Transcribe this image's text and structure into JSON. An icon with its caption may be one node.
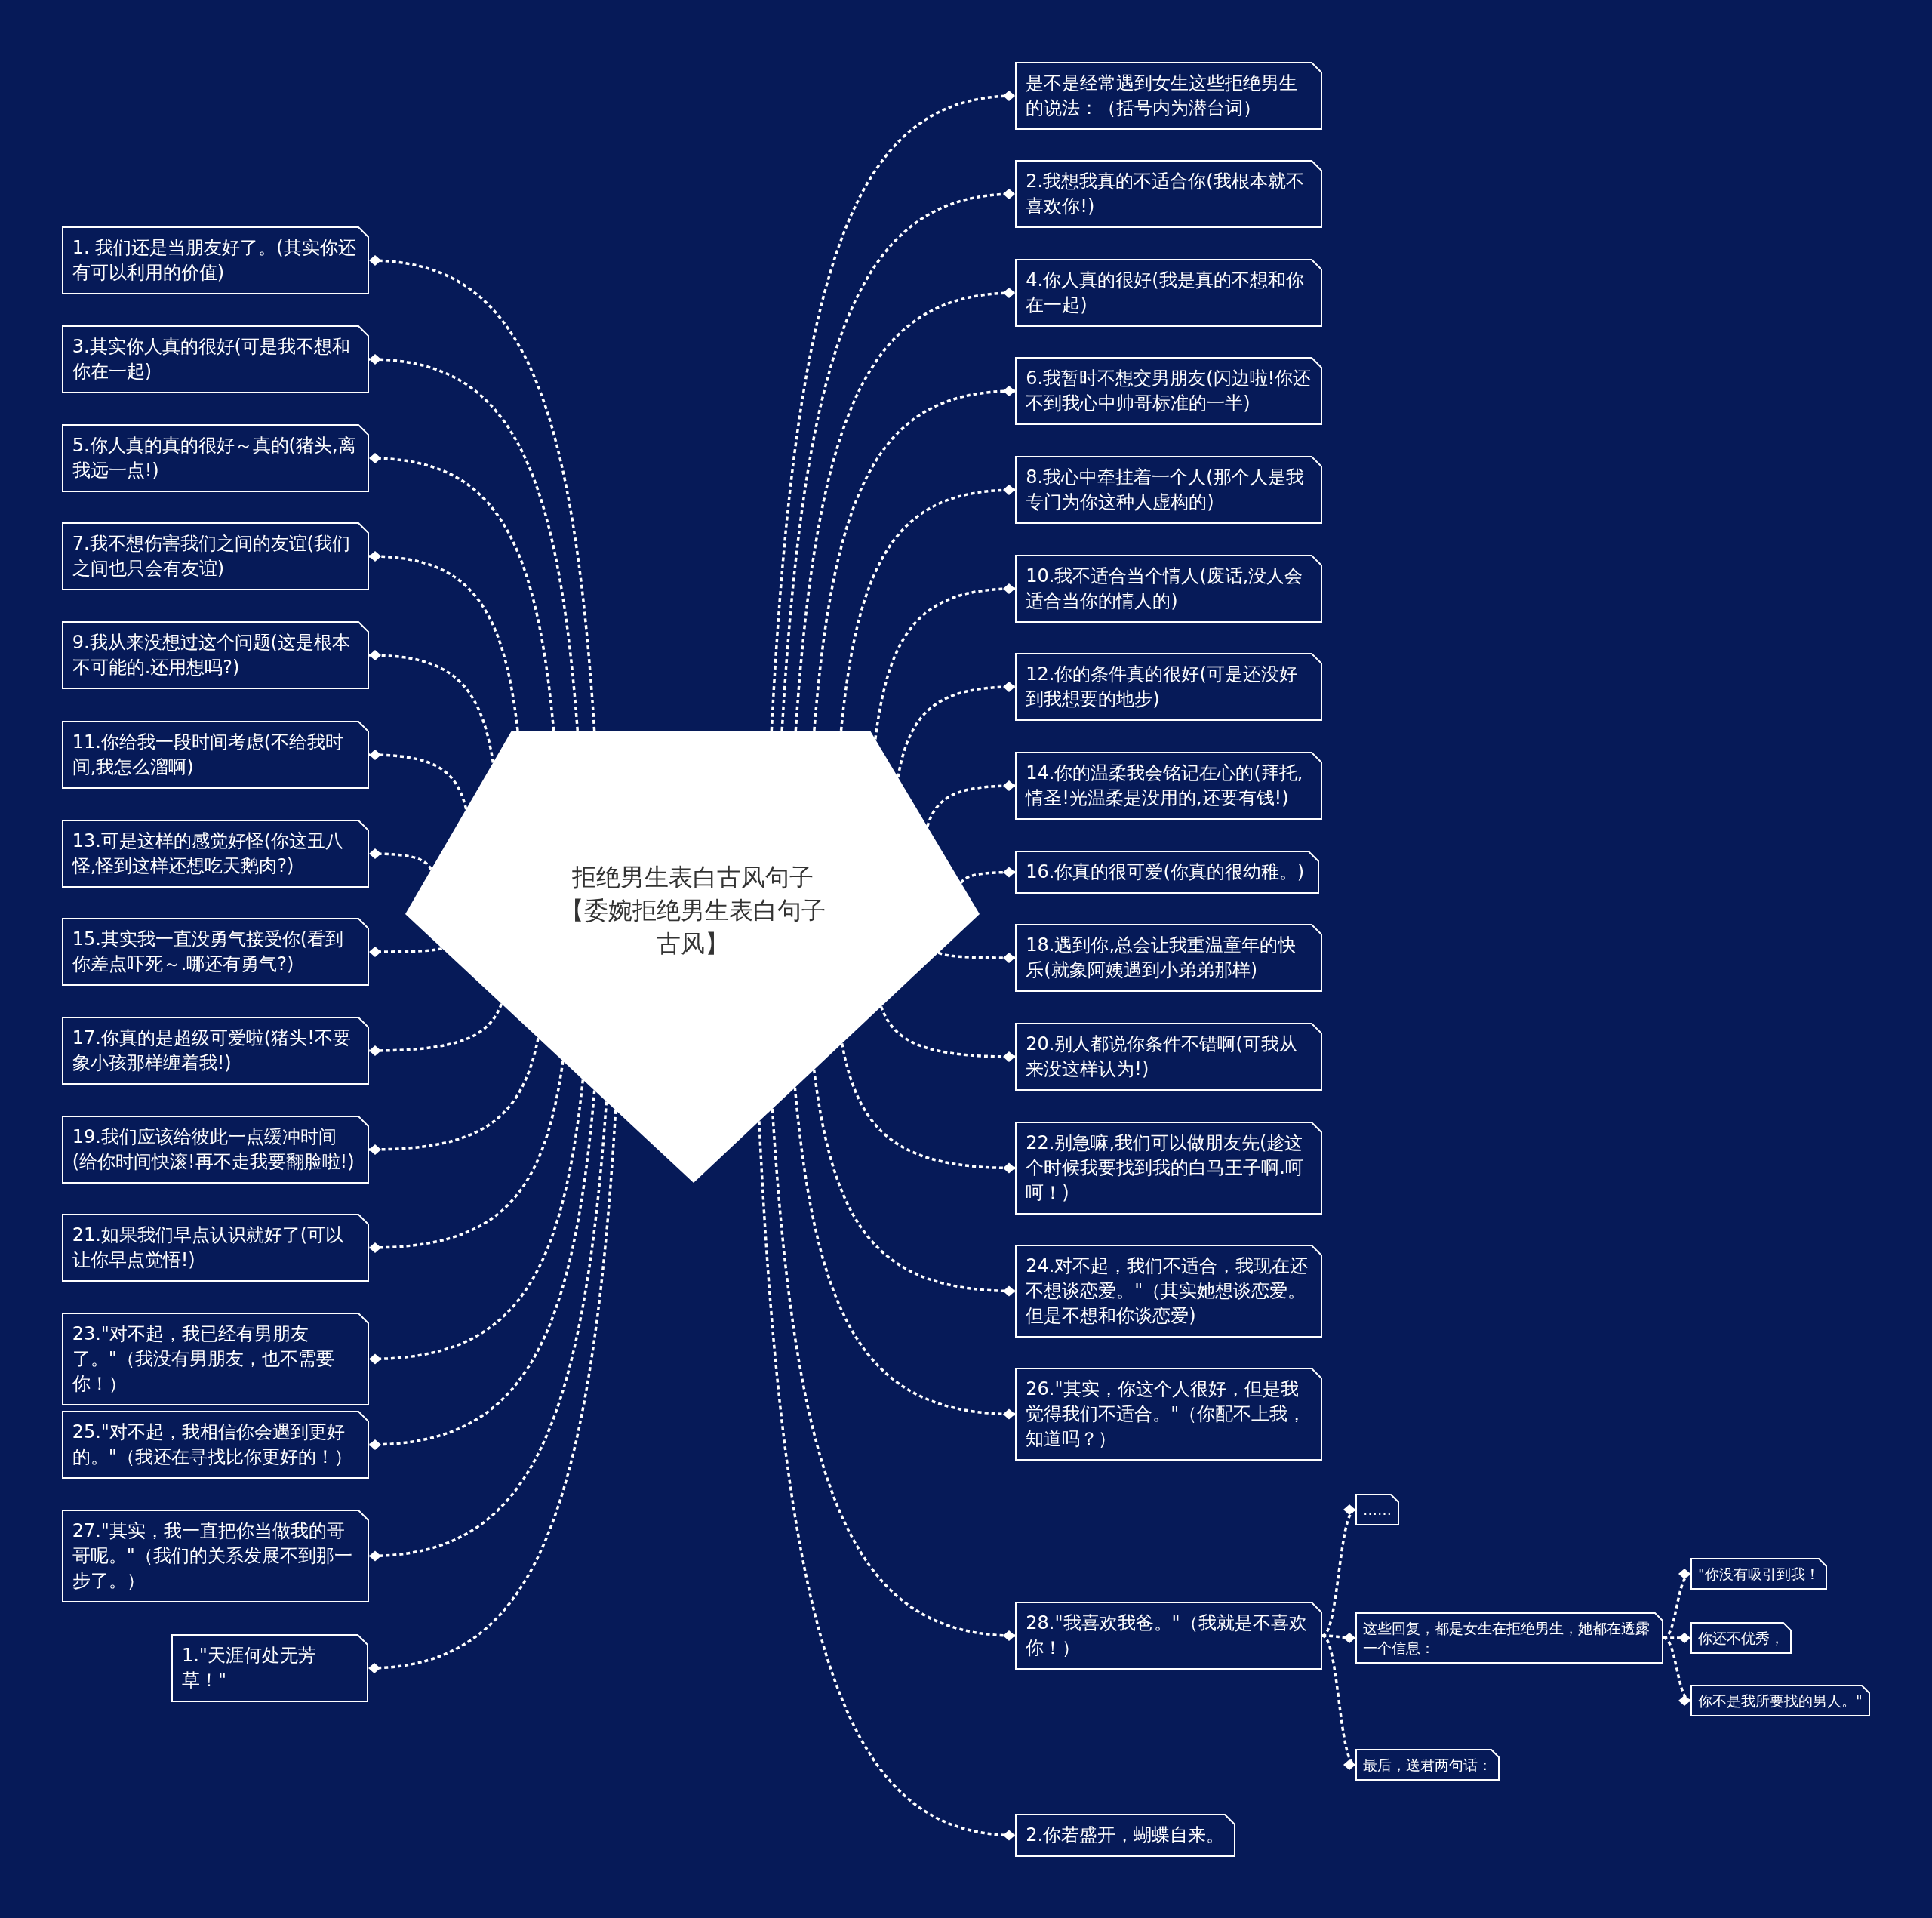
{
  "diagram": {
    "nodes": [
      {
        "text": [
          "拒绝男生表白古风句子【委婉拒绝男生表白句子古风】"
        ]
      },
      {
        "text": [
          "1. 我们还是当朋友好了。(其实你还有可以利用的价值)"
        ]
      },
      {
        "text": [
          "3.其实你人真的很好(可是我不想和你在一起)"
        ]
      },
      {
        "text": [
          "5.你人真的真的很好～真的(猪头,离我远一点!)"
        ]
      },
      {
        "text": [
          "7.我不想伤害我们之间的友谊(我们之间也只会有友谊)"
        ]
      },
      {
        "text": [
          "9.我从来没想过这个问题(这是根本不可能的.还用想吗?)"
        ]
      },
      {
        "text": [
          "11.你给我一段时间考虑(不给我时间,我怎么溜啊)"
        ]
      },
      {
        "text": [
          "13.可是这样的感觉好怪(你这丑八怪,怪到这样还想吃天鹅肉?)"
        ]
      },
      {
        "text": [
          "15.其实我一直没勇气接受你(看到你差点吓死～.哪还有勇气?)"
        ]
      },
      {
        "text": [
          "17.你真的是超级可爱啦(猪头!不要象小孩那样缠着我!)"
        ]
      },
      {
        "text": [
          "19.我们应该给彼此一点缓冲时间(给你时间快滚!再不走我要翻脸啦!)"
        ]
      },
      {
        "text": [
          "21.如果我们早点认识就好了(可以让你早点觉悟!)"
        ]
      },
      {
        "text": [
          "23.\"对不起，我已经有男朋友了。\"（我没有男朋友，也不需要你！）"
        ]
      },
      {
        "text": [
          "25.\"对不起，我相信你会遇到更好的。\"（我还在寻找比你更好的！）"
        ]
      },
      {
        "text": [
          "27.\"其实，我一直把你当做我的哥哥呢。\"（我们的关系发展不到那一步了。）"
        ]
      },
      {
        "text": [
          "1.\"天涯何处无芳草！\""
        ]
      },
      {
        "text": [
          "是不是经常遇到女生这些拒绝男生的说法：（括号内为潜台词）"
        ]
      },
      {
        "text": [
          "2.我想我真的不适合你(我根本就不喜欢你!)"
        ]
      },
      {
        "text": [
          "4.你人真的很好(我是真的不想和你在一起)"
        ]
      },
      {
        "text": [
          "6.我暂时不想交男朋友(闪边啦!你还不到我心中帅哥标准的一半)"
        ]
      },
      {
        "text": [
          "8.我心中牵挂着一个人(那个人是我专门为你这种人虚构的)"
        ]
      },
      {
        "text": [
          "10.我不适合当个情人(废话,没人会适合当你的情人的)"
        ]
      },
      {
        "text": [
          "12.你的条件真的很好(可是还没好到我想要的地步)"
        ]
      },
      {
        "text": [
          "14.你的温柔我会铭记在心的(拜托,情圣!光温柔是没用的,还要有钱!)"
        ]
      },
      {
        "text": [
          "16.你真的很可爱(你真的很幼稚。)"
        ]
      },
      {
        "text": [
          "18.遇到你,总会让我重温童年的快乐(就象阿姨遇到小弟弟那样)"
        ]
      },
      {
        "text": [
          "20.别人都说你条件不错啊(可我从来没这样认为!)"
        ]
      },
      {
        "text": [
          "22.别急嘛,我们可以做朋友先(趁这个时候我要找到我的白马王子啊.呵呵！)"
        ]
      },
      {
        "text": [
          "24.对不起，我们不适合，我现在还不想谈恋爱。\"（其实她想谈恋爱。但是不想和你谈恋爱)"
        ]
      },
      {
        "text": [
          "26.\"其实，你这个人很好，但是我觉得我们不适合。\"（你配不上我，知道吗？）"
        ]
      },
      {
        "text": [
          "28.\"我喜欢我爸。\"（我就是不喜欢你！）"
        ]
      },
      {
        "text": [
          "2.你若盛开，蝴蝶自来。"
        ]
      },
      {
        "text": [
          "……"
        ]
      },
      {
        "text": [
          "这些回复，都是女生在拒绝男生，她都在透露一个信息："
        ]
      },
      {
        "text": [
          "最后，送君两句话："
        ]
      },
      {
        "text": [
          "\"你没有吸引到我！"
        ]
      },
      {
        "text": [
          "你还不优秀，"
        ]
      },
      {
        "text": [
          "你不是我所要找的男人。\""
        ]
      }
    ],
    "edges": [
      {
        "from": 0,
        "to": 1,
        "arrow": "other"
      },
      {
        "from": 0,
        "to": 2,
        "arrow": "other"
      },
      {
        "from": 0,
        "to": 3,
        "arrow": "other"
      },
      {
        "from": 0,
        "to": 4,
        "arrow": "other"
      },
      {
        "from": 0,
        "to": 5,
        "arrow": "other"
      },
      {
        "from": 0,
        "to": 6,
        "arrow": "other"
      },
      {
        "from": 0,
        "to": 7,
        "arrow": "other"
      },
      {
        "from": 0,
        "to": 8,
        "arrow": "other"
      },
      {
        "from": 0,
        "to": 9,
        "arrow": "other"
      },
      {
        "from": 0,
        "to": 10,
        "arrow": "other"
      },
      {
        "from": 0,
        "to": 11,
        "arrow": "other"
      },
      {
        "from": 0,
        "to": 12,
        "arrow": "other"
      },
      {
        "from": 0,
        "to": 13,
        "arrow": "other"
      },
      {
        "from": 0,
        "to": 14,
        "arrow": "other"
      },
      {
        "from": 0,
        "to": 15,
        "arrow": "other"
      },
      {
        "from": 0,
        "to": 16,
        "arrow": "other"
      },
      {
        "from": 0,
        "to": 17,
        "arrow": "other"
      },
      {
        "from": 0,
        "to": 18,
        "arrow": "other"
      },
      {
        "from": 0,
        "to": 19,
        "arrow": "other"
      },
      {
        "from": 0,
        "to": 20,
        "arrow": "other"
      },
      {
        "from": 0,
        "to": 21,
        "arrow": "other"
      },
      {
        "from": 0,
        "to": 22,
        "arrow": "other"
      },
      {
        "from": 0,
        "to": 23,
        "arrow": "other"
      },
      {
        "from": 0,
        "to": 24,
        "arrow": "other"
      },
      {
        "from": 0,
        "to": 25,
        "arrow": "other"
      },
      {
        "from": 0,
        "to": 26,
        "arrow": "other"
      },
      {
        "from": 0,
        "to": 27,
        "arrow": "other"
      },
      {
        "from": 0,
        "to": 28,
        "arrow": "other"
      },
      {
        "from": 0,
        "to": 29,
        "arrow": "other"
      },
      {
        "from": 0,
        "to": 30,
        "arrow": "other"
      },
      {
        "from": 0,
        "to": 31,
        "arrow": "other"
      },
      {
        "from": 30,
        "to": 32,
        "arrow": "other"
      },
      {
        "from": 30,
        "to": 33,
        "arrow": "other"
      },
      {
        "from": 30,
        "to": 34,
        "arrow": "other"
      },
      {
        "from": 33,
        "to": 35,
        "arrow": "other"
      },
      {
        "from": 33,
        "to": 36,
        "arrow": "other"
      },
      {
        "from": 33,
        "to": 37,
        "arrow": "other"
      }
    ]
  }
}
